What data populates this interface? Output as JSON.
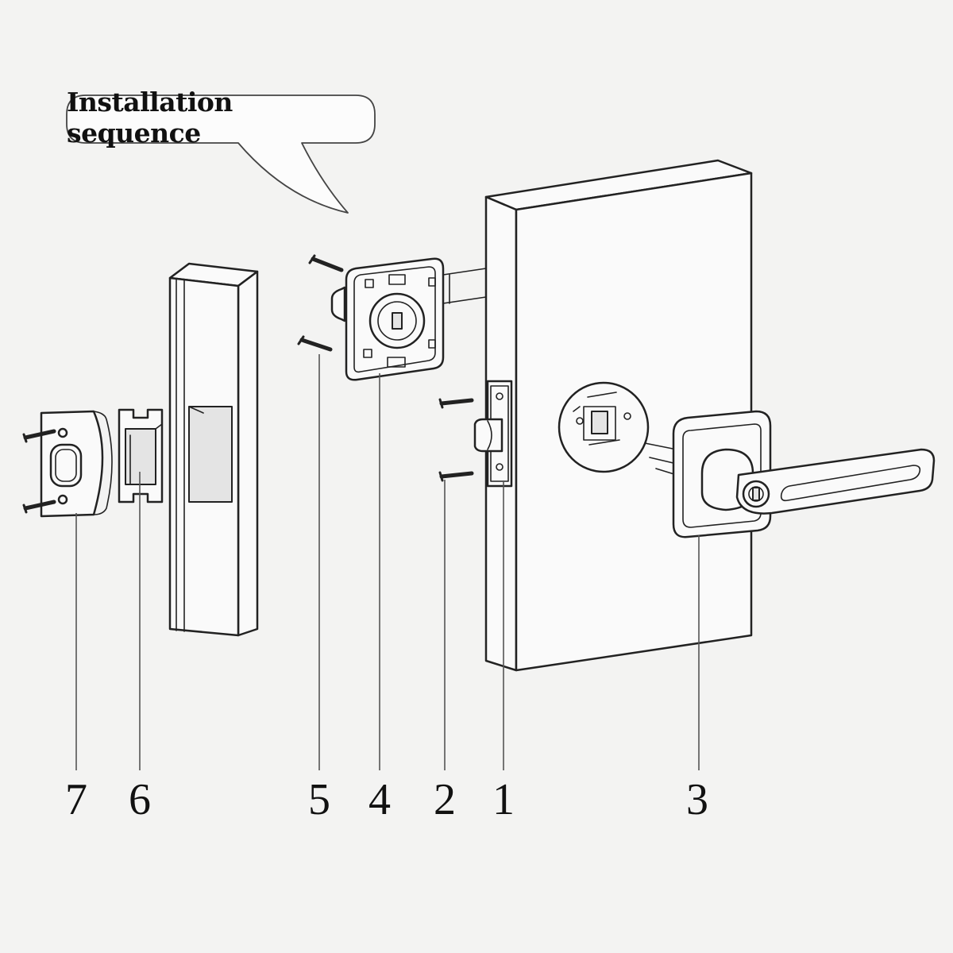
{
  "callout": {
    "text": "Installation sequence"
  },
  "parts": [
    {
      "label": "7",
      "icon": "strike-plate-icon"
    },
    {
      "label": "6",
      "icon": "strike-box-icon"
    },
    {
      "label": "5",
      "icon": "screw-icon"
    },
    {
      "label": "4",
      "icon": "mounting-plate-icon"
    },
    {
      "label": "2",
      "icon": "screw-icon"
    },
    {
      "label": "1",
      "icon": "latch-icon"
    },
    {
      "label": "3",
      "icon": "lever-handle-icon"
    }
  ]
}
